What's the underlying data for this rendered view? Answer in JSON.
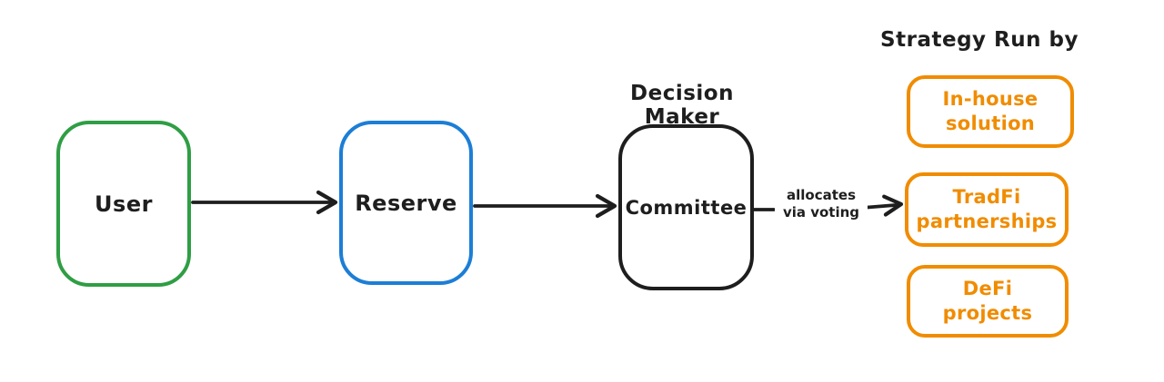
{
  "colors": {
    "user_border": "#2f9e44",
    "reserve_border": "#1c7ed6",
    "committee_border": "#1e1e1e",
    "strategy_accent": "#f08c00",
    "ink": "#1e1e1e",
    "background": "#ffffff"
  },
  "nodes": {
    "user": {
      "label": "User"
    },
    "reserve": {
      "label": "Reserve"
    },
    "committee": {
      "label": "Committee",
      "caption": "Decision Maker"
    }
  },
  "flow_arrow_label": {
    "line1": "allocates",
    "line2": "via voting"
  },
  "strategy": {
    "heading": "Strategy Run by",
    "items": [
      {
        "line1": "In-house",
        "line2": "solution"
      },
      {
        "line1": "TradFi",
        "line2": "partnerships"
      },
      {
        "line1": "DeFi",
        "line2": "projects"
      }
    ]
  }
}
